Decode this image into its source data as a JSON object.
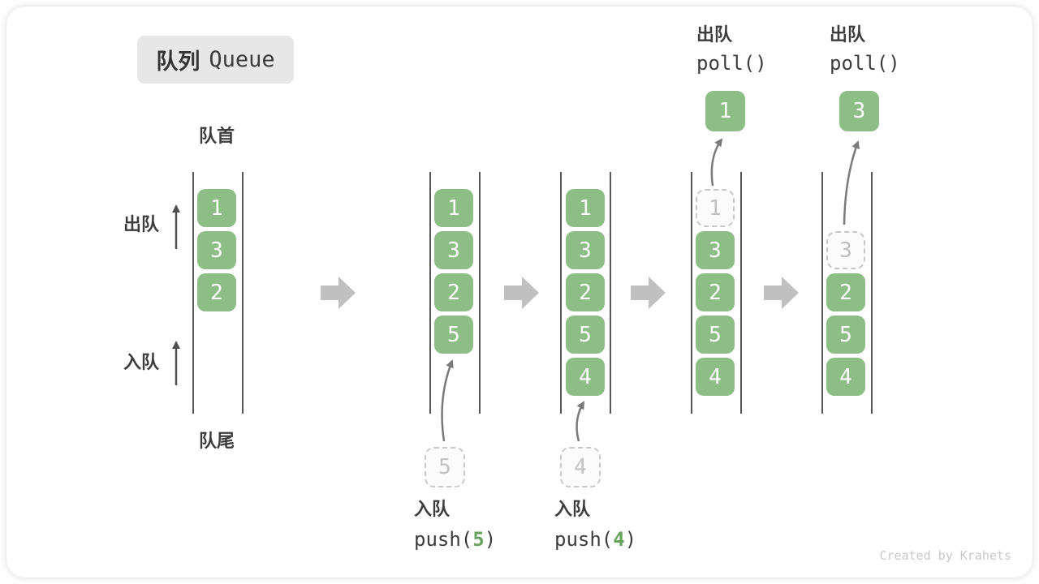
{
  "title": {
    "cn": "队列",
    "en": "Queue"
  },
  "labels": {
    "front": "队首",
    "rear": "队尾",
    "dequeue": "出队",
    "enqueue": "入队"
  },
  "queues": [
    {
      "name": "step-1",
      "cells": [
        {
          "v": "1"
        },
        {
          "v": "3"
        },
        {
          "v": "2"
        }
      ]
    },
    {
      "name": "step-2",
      "cells": [
        {
          "v": "1"
        },
        {
          "v": "3"
        },
        {
          "v": "2"
        },
        {
          "v": "5"
        }
      ],
      "incoming": {
        "value": "5",
        "label": "入队",
        "code_pre": "push(",
        "arg": "5",
        "code_post": ")"
      }
    },
    {
      "name": "step-3",
      "cells": [
        {
          "v": "1"
        },
        {
          "v": "3"
        },
        {
          "v": "2"
        },
        {
          "v": "5"
        },
        {
          "v": "4"
        }
      ],
      "incoming": {
        "value": "4",
        "label": "入队",
        "code_pre": "push(",
        "arg": "4",
        "code_post": ")"
      }
    },
    {
      "name": "step-4",
      "cells": [
        {
          "v": "1",
          "ghost": true
        },
        {
          "v": "3"
        },
        {
          "v": "2"
        },
        {
          "v": "5"
        },
        {
          "v": "4"
        }
      ],
      "outgoing": {
        "value": "1",
        "label": "出队",
        "code": "poll()"
      }
    },
    {
      "name": "step-5",
      "cells": [
        {
          "v": "3",
          "ghost": true
        },
        {
          "v": "2"
        },
        {
          "v": "5"
        },
        {
          "v": "4"
        }
      ],
      "outgoing": {
        "value": "3",
        "label": "出队",
        "code": "poll()"
      }
    }
  ],
  "credit": "Created by Krahets",
  "colors": {
    "cell_green": "#8CBE86",
    "accent_green": "#66A35B",
    "ghost_gray": "#C6C6C6",
    "wall_gray": "#565656",
    "flow_arrow_gray": "#C0C0C0",
    "curve_arrow_gray": "#7A7A7A",
    "text_dark": "#3C3C3C",
    "badge_bg": "#E7E7E7"
  }
}
